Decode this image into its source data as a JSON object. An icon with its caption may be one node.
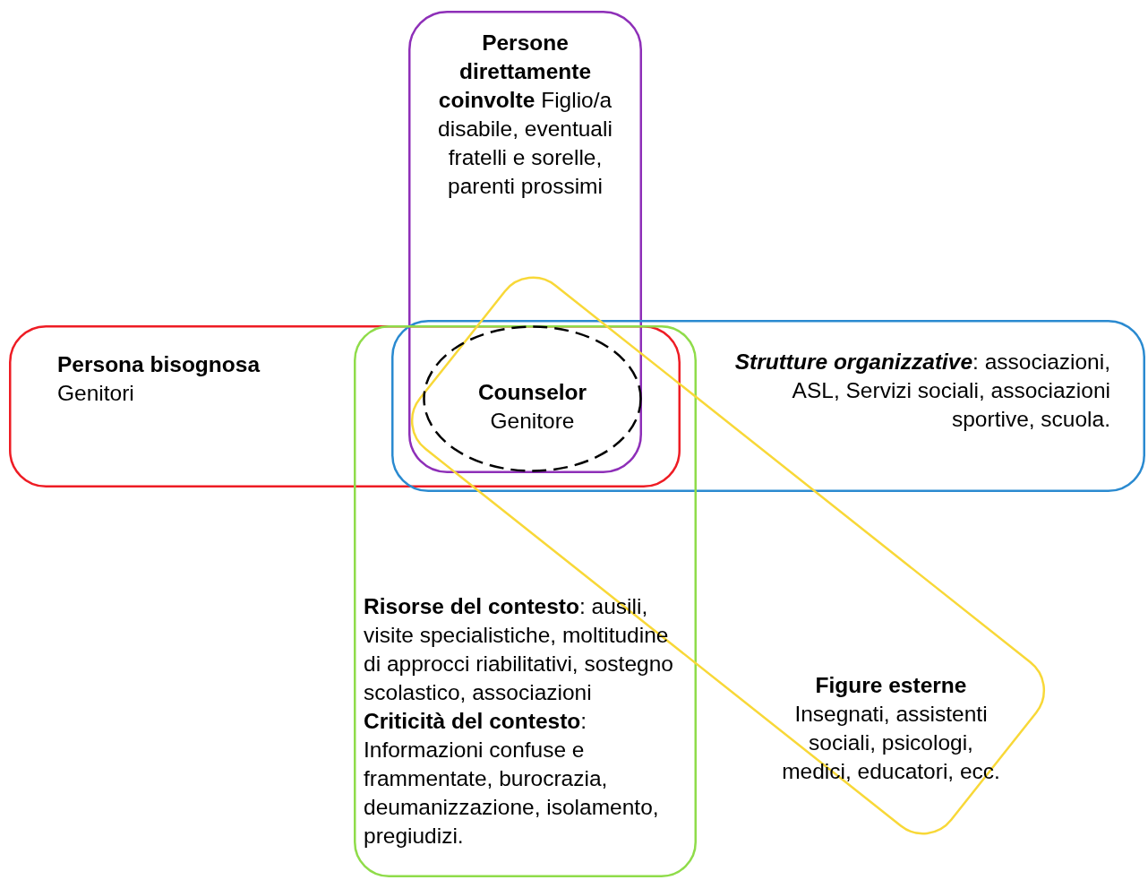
{
  "diagram": {
    "nodes": [
      {
        "text": [
          "**Persone direttamente coinvolte** Figlio/a disabile, eventuali fratelli e sorelle, parenti prossimi"
        ]
      },
      {
        "text": [
          "Persona bisognosa",
          "Genitori"
        ]
      },
      {
        "text": [
          "**Strutture organizzative**: associazioni, ASL, Servizi sociali, associazioni sportive, scuola."
        ]
      },
      {
        "text": [
          "**Risorse del contesto**: ausili, visite specialistiche, moltitudine di approcci riabilitativi, sostegno scolastico, associazioni",
          "**Criticità del contesto**: Informazioni confuse e frammentate, burocrazia, deumanizzazione, isolamento, pregiudizi."
        ]
      },
      {
        "text": [
          "Figure esterne",
          "Insegnati, assistenti sociali, psicologi, medici, educatori, ecc."
        ]
      },
      {
        "text": [
          "Counselor",
          "Genitore"
        ]
      }
    ]
  }
}
